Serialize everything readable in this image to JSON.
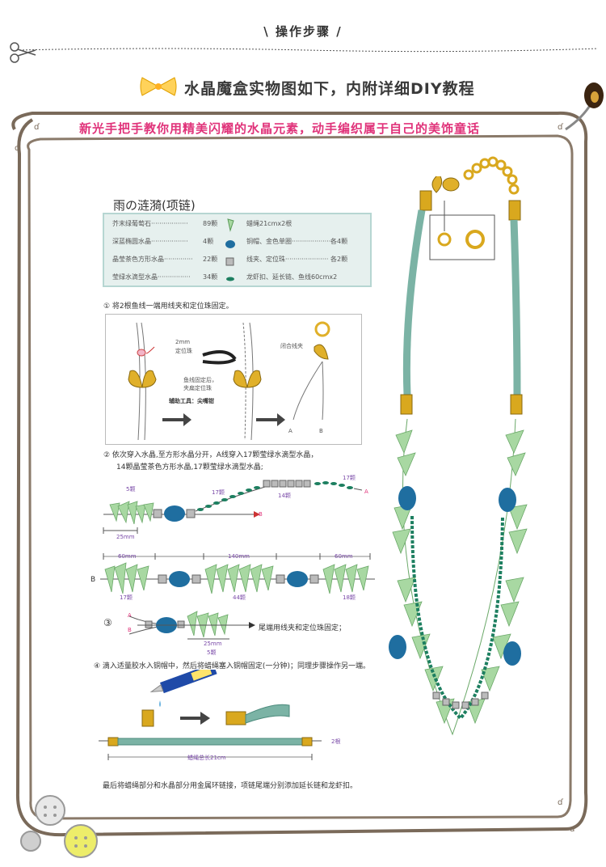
{
  "header": {
    "title": "\\ 操作步骤 /"
  },
  "heading": {
    "text": "水晶魔盒实物图如下，内附详细DIY教程"
  },
  "subheading": {
    "text": "新光手把手教你用精美闪耀的水晶元素，动手编织属于自己的美饰童话"
  },
  "section_title": "雨の涟漪(项链)",
  "materials": [
    {
      "name": "芥末绿葡萄石··················",
      "qty": "89颗",
      "item": "蜡绳21cmx2根",
      "item_qty": ""
    },
    {
      "name": "深蓝椭圆水晶··················",
      "qty": "4颗",
      "item": "铜帽、金色单圈····················",
      "item_qty": "各4颗"
    },
    {
      "name": "晶莹茶色方形水晶··············",
      "qty": "22颗",
      "item": "线夹、定位珠·····················",
      "item_qty": "各2颗"
    },
    {
      "name": "莹绿水滴型水晶················",
      "qty": "34颗",
      "item": "龙虾扣、延长链、鱼线60cmx2",
      "item_qty": ""
    }
  ],
  "step1": {
    "text": "① 将2根鱼线一端用线夹和定位珠固定。",
    "label_2mm": "2mm",
    "label_bead": "定位珠",
    "label_fixed1": "鱼线固定后，",
    "label_fixed2": "夹扁定位珠",
    "label_tool": "辅助工具：尖嘴钳",
    "label_close": "闭合线夹",
    "label_a": "A",
    "label_b": "B"
  },
  "step2": {
    "text1": "② 依次穿入水晶,至方形水晶分开，A线穿入17颗莹绿水滴型水晶，",
    "text2": "14颗晶莹茶色方形水晶,17颗莹绿水滴型水晶;",
    "label_5": "5颗",
    "label_17a": "17颗",
    "label_14": "14颗",
    "label_17b": "17颗",
    "label_a": "A",
    "label_b": "B",
    "label_25mm": "25mm",
    "label_60a": "60mm",
    "label_140": "140mm",
    "label_60b": "60mm",
    "label_b2": "B",
    "label_17c": "17颗",
    "label_44": "44颗",
    "label_18": "18颗"
  },
  "step3": {
    "num": "③",
    "label_a": "A",
    "label_b": "B",
    "text": "尾端用线夹和定位珠固定；",
    "label_25mm": "25mm",
    "label_5": "5颗"
  },
  "step4": {
    "text": "④ 滴入适量胶水入铜帽中，然后将蜡绳塞入铜帽固定(一分钟)；同理步骤操作另一端。",
    "label_2": "2根",
    "label_total": "蜡绳总长21cm"
  },
  "footer": {
    "text": "最后将蜡绳部分和水晶部分用金属环链接，项链尾端分别添加延长链和龙虾扣。"
  },
  "colors": {
    "accent": "#e0337a",
    "frame": "#7a6a5a",
    "teal": "#7bb3a5",
    "blue": "#1f6ea0",
    "green": "#a8d8a2",
    "gold": "#d9a81e"
  }
}
